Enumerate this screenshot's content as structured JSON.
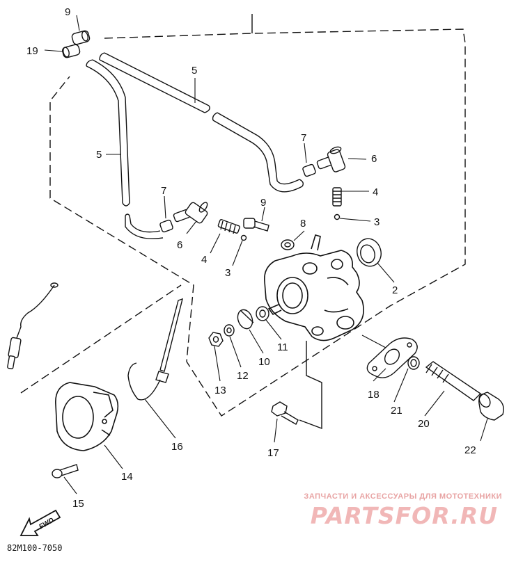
{
  "diagram": {
    "code": "82M100-7050",
    "fwd_label": "FWD",
    "watermark_line": "ЗАПЧАСТИ И АКСЕССУАРЫ ДЛЯ МОТОТЕХНИКИ",
    "watermark_logo": "PARTSFOR.RU",
    "callouts": {
      "c9a": "9",
      "c19": "19",
      "c5a": "5",
      "c5b": "5",
      "c7a": "7",
      "c6a": "6",
      "c7b": "7",
      "c6b": "6",
      "c4a": "4",
      "c3a": "3",
      "c9b": "9",
      "c4b": "4",
      "c3b": "3",
      "c8": "8",
      "c2": "2",
      "c11": "11",
      "c10": "10",
      "c12": "12",
      "c13": "13",
      "c18": "18",
      "c21": "21",
      "c20": "20",
      "c22": "22",
      "c17": "17",
      "c16": "16",
      "c14": "14",
      "c15": "15"
    }
  }
}
